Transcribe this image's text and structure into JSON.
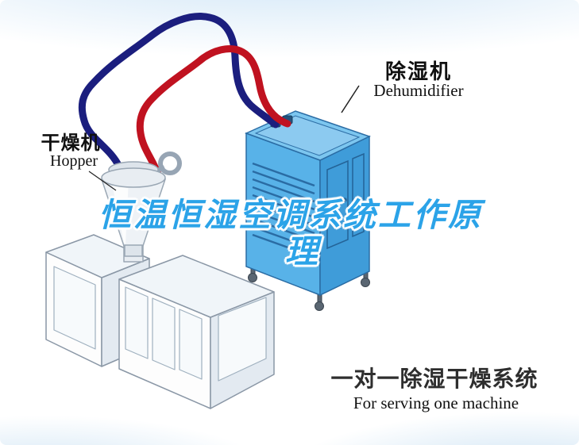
{
  "colors": {
    "title_blue": "#2BA3E8",
    "pipe_red": "#C01220",
    "pipe_navy": "#1B1E7E",
    "dehumidifier_blue": "#58B2E8",
    "background_tint": "#CDE4F6"
  },
  "labels": {
    "hopper": {
      "zh": "干燥机",
      "en": "Hopper"
    },
    "dehumidifier": {
      "zh": "除湿机",
      "en": "Dehumidifier"
    }
  },
  "title": {
    "line1": "恒温恒湿空调系统工作原",
    "line2": "理"
  },
  "caption": {
    "zh": "一对一除湿干燥系统",
    "en": "For serving one machine"
  },
  "icons": {
    "dehumidifier_illustration": "isometric blue cabinet with louvered vents and casters",
    "hopper_illustration": "conical drying hopper with lid and loop pipe",
    "extruder_illustration": "isometric white machine with door panels",
    "pipe_red": "red flexible hose arc",
    "pipe_navy": "dark blue flexible hose arc"
  }
}
